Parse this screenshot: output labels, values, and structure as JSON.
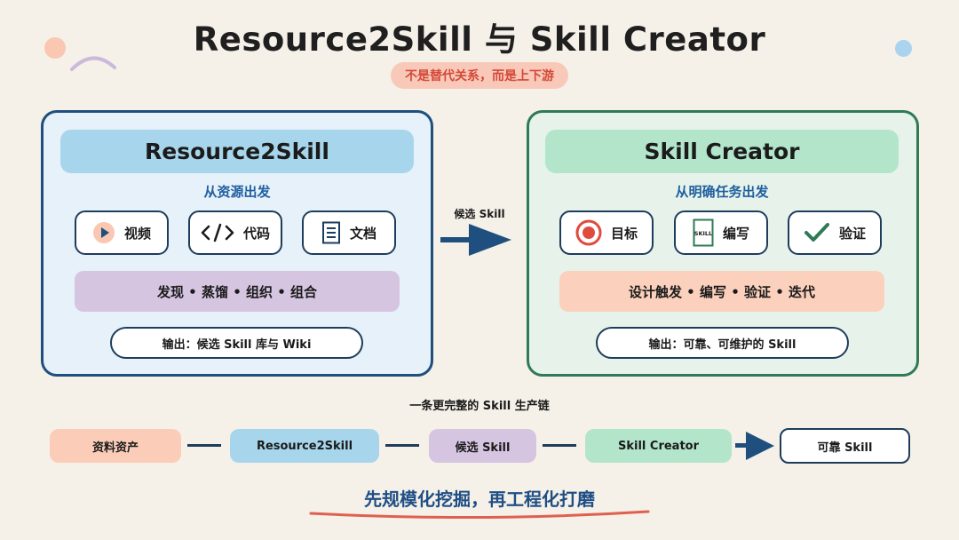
{
  "title": "Resource2Skill 与 Skill Creator",
  "subtitle": "不是替代关系，而是上下游",
  "left_panel": {
    "header": "Resource2Skill",
    "subheader": "从资源出发",
    "chips": [
      {
        "label": "视频",
        "icon": "play-icon"
      },
      {
        "label": "代码",
        "icon": "code-icon"
      },
      {
        "label": "文档",
        "icon": "document-icon"
      }
    ],
    "process": "发现 • 蒸馏 • 组织 • 组合",
    "output": "输出：候选 Skill 库与 Wiki"
  },
  "center": {
    "label": "候选 Skill"
  },
  "right_panel": {
    "header": "Skill Creator",
    "subheader": "从明确任务出发",
    "chips": [
      {
        "label": "目标",
        "icon": "target-icon"
      },
      {
        "label": "编写",
        "icon": "skill-doc-icon",
        "icon_text": "SKILL"
      },
      {
        "label": "验证",
        "icon": "checkmark-icon"
      }
    ],
    "process": "设计触发 • 编写 • 验证 • 迭代",
    "output": "输出：可靠、可维护的 Skill"
  },
  "chain": {
    "title": "一条更完整的 Skill 生产链",
    "steps": [
      "资料资产",
      "Resource2Skill",
      "候选 Skill",
      "Skill Creator",
      "可靠 Skill"
    ]
  },
  "footer": "先规模化挖掘，再工程化打磨",
  "colors": {
    "background": "#f5f0e8",
    "navy": "#1e3d5c",
    "left_border": "#1e4f7e",
    "right_border": "#2f7a57",
    "blue_fill": "#a7d6ec",
    "green_fill": "#b3e5cb",
    "purple_fill": "#d6c5e1",
    "peach_fill": "#fbd0bc",
    "accent_red": "#d4493a",
    "footer_blue": "#1f4f85"
  }
}
